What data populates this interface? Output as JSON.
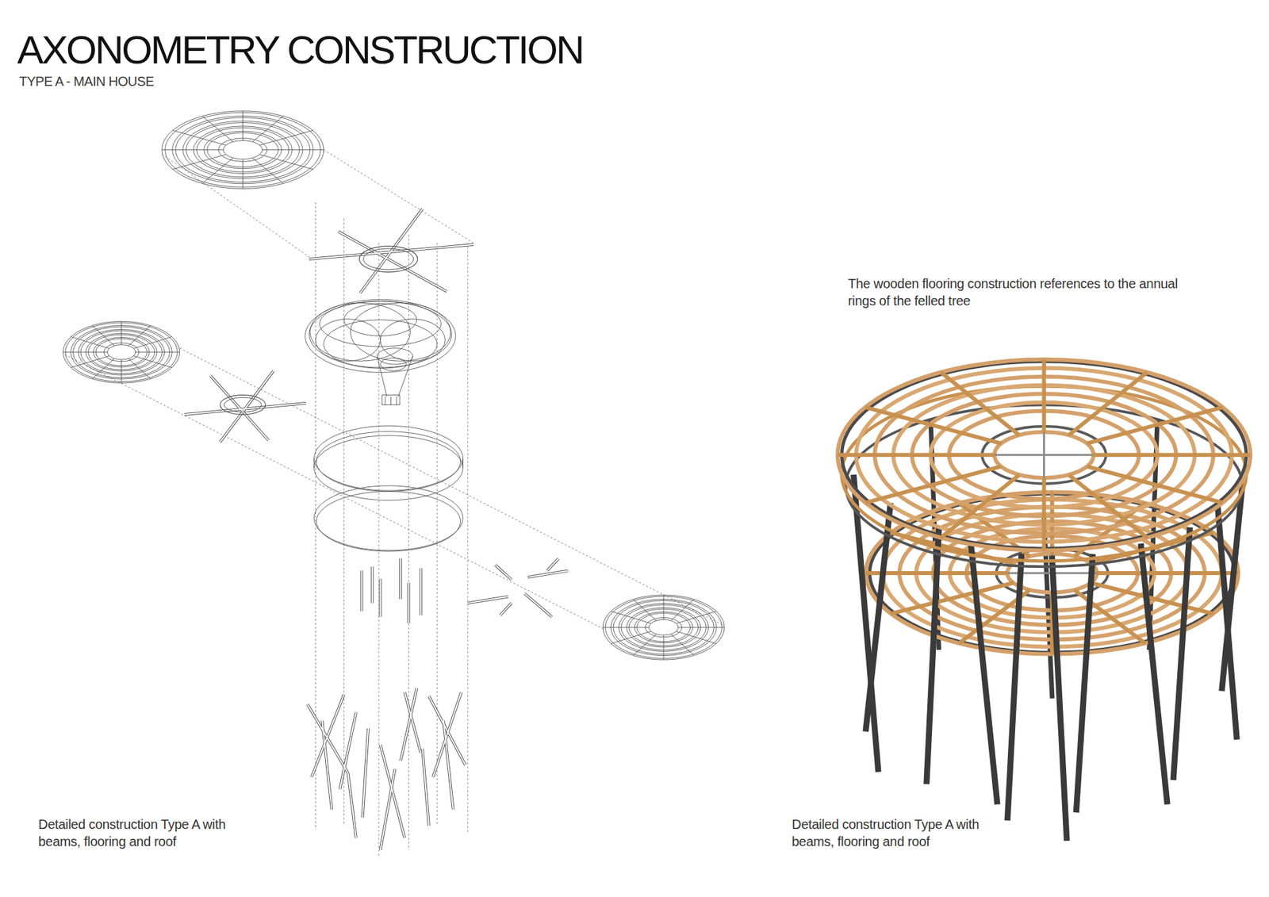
{
  "diagram": {
    "title": "AXONOMETRY CONSTRUCTION",
    "labels": [
      "TYPE A - MAIN HOUSE",
      "The wooden flooring construction references to the annual rings of the felled tree",
      "Detailed construction Type A with beams, flooring and roof",
      "Detailed construction Type A with beams, flooring and roof"
    ]
  }
}
